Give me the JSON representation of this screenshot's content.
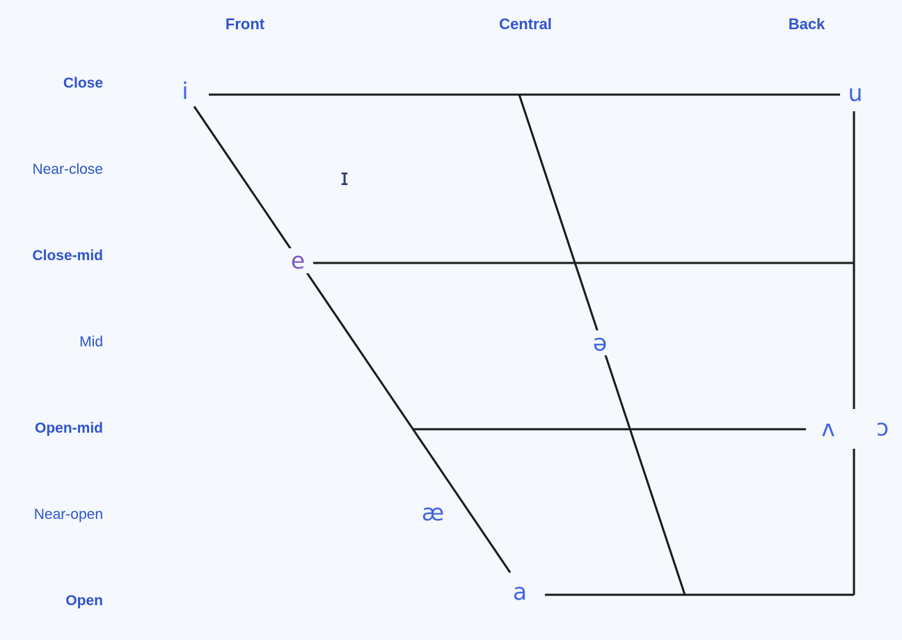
{
  "colors": {
    "background": "#f5f8fc",
    "label_blue": "#2f54cf",
    "vowel_blue": "#4166e0",
    "vowel_navy": "#323a7e",
    "vowel_purple": "#7e57c5",
    "line_black": "#1a1a1a"
  },
  "column_headers": [
    {
      "label": "Front"
    },
    {
      "label": "Central"
    },
    {
      "label": "Back"
    }
  ],
  "row_labels": [
    {
      "label": "Close",
      "emphasis": "bold"
    },
    {
      "label": "Near-close",
      "emphasis": "normal"
    },
    {
      "label": "Close-mid",
      "emphasis": "bold"
    },
    {
      "label": "Mid",
      "emphasis": "normal"
    },
    {
      "label": "Open-mid",
      "emphasis": "bold"
    },
    {
      "label": "Near-open",
      "emphasis": "normal"
    },
    {
      "label": "Open",
      "emphasis": "bold"
    }
  ],
  "vowels": [
    {
      "symbol": "i",
      "height": "Close",
      "backness": "Front",
      "color": "vowel_blue"
    },
    {
      "symbol": "u",
      "height": "Close",
      "backness": "Back",
      "color": "vowel_blue"
    },
    {
      "symbol": "ɪ",
      "height": "Near-close",
      "backness": "Front",
      "color": "vowel_navy"
    },
    {
      "symbol": "e",
      "height": "Close-mid",
      "backness": "Front",
      "color": "vowel_purple"
    },
    {
      "symbol": "ə",
      "height": "Mid",
      "backness": "Central",
      "color": "vowel_blue"
    },
    {
      "symbol": "ʌ",
      "height": "Open-mid",
      "backness": "Back",
      "color": "vowel_blue"
    },
    {
      "symbol": "ɔ",
      "height": "Open-mid",
      "backness": "Back",
      "color": "vowel_blue"
    },
    {
      "symbol": "æ",
      "height": "Near-open",
      "backness": "Front",
      "color": "vowel_blue"
    },
    {
      "symbol": "a",
      "height": "Open",
      "backness": "Central",
      "color": "vowel_blue"
    }
  ]
}
